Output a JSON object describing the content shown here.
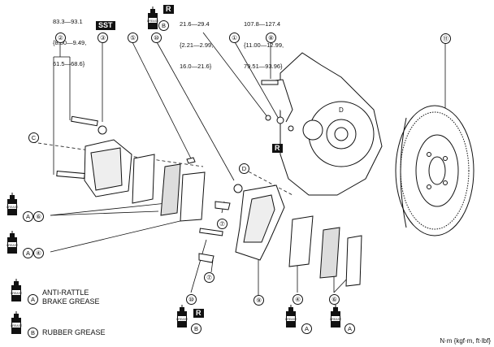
{
  "torques": {
    "t2": [
      "83.3—93.1",
      "{8.50—9.49,",
      "61.5—68.6}"
    ],
    "t1": [
      "21.6—29.4",
      "{2.21—2.99,",
      "16.0—21.6}"
    ],
    "t8": [
      "107.8—127.4",
      "{11.00—12.99,",
      "79.51—93.96}"
    ]
  },
  "labels": {
    "sst": "SST",
    "r": "R",
    "units": "N·m {kgf·m, ft·lbf}"
  },
  "callouts": [
    "①",
    "②",
    "③",
    "④",
    "⑤",
    "⑥",
    "⑦",
    "⑧",
    "⑨",
    "⑩",
    "⑪"
  ],
  "letters": {
    "a": "A",
    "b": "B",
    "c": "C",
    "d": "D"
  },
  "legend": {
    "a_text": [
      "ANTI-RATTLE",
      "BRAKE GREASE"
    ],
    "b_text": "RUBBER GREASE"
  },
  "icons": [
    "grease-tube-icon",
    "circled-letter-icon"
  ]
}
